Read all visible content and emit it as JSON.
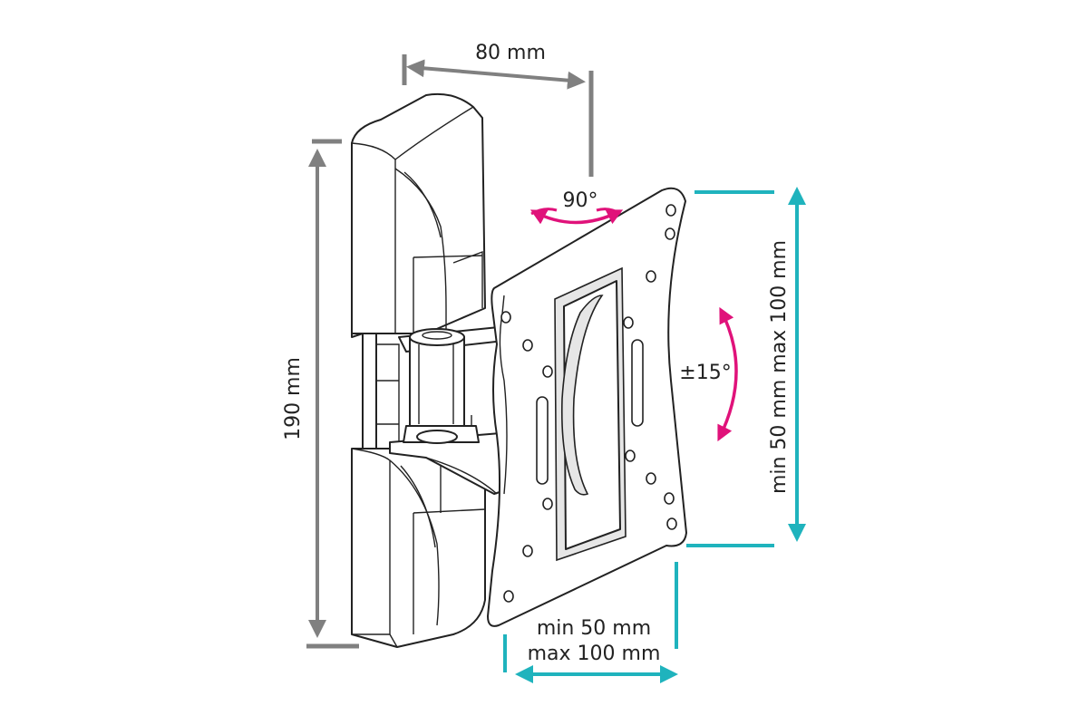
{
  "labels": {
    "depth": "80 mm",
    "height": "190 mm",
    "swivel": "90°",
    "tilt": "±15°",
    "vesa_vertical": "min 50 mm max 100 mm",
    "vesa_horizontal_min": "min 50 mm",
    "vesa_horizontal_max": "max 100 mm"
  },
  "colors": {
    "gray_dimension": "#808080",
    "teal_dimension": "#1fb3bd",
    "magenta_rotation": "#e0127a",
    "outline": "#222222"
  }
}
